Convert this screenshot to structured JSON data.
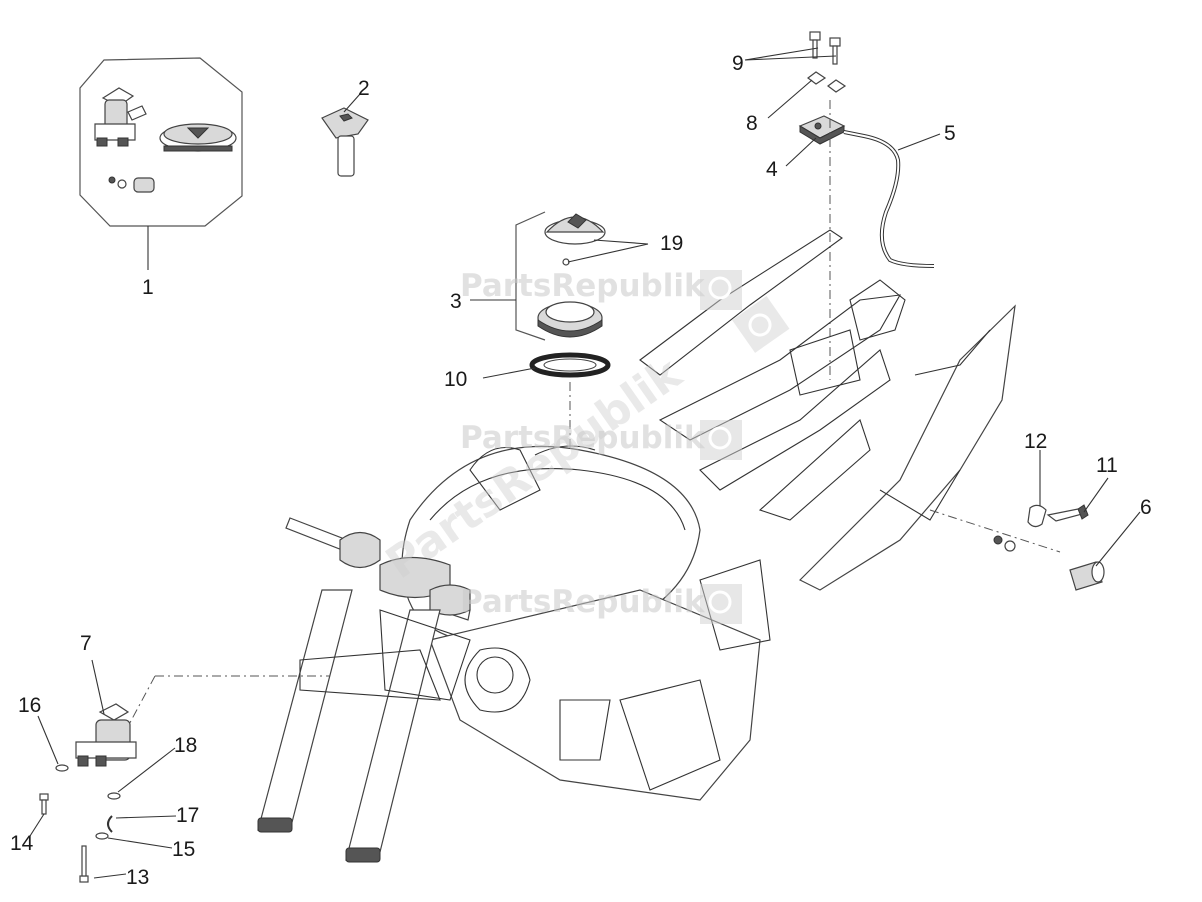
{
  "watermark": {
    "brand": "PartsRepublik",
    "diagonal": "PartsRepublik"
  },
  "callouts": {
    "c1": "1",
    "c2": "2",
    "c3": "3",
    "c4": "4",
    "c5": "5",
    "c6": "6",
    "c7": "7",
    "c8": "8",
    "c9": "9",
    "c10": "10",
    "c11": "11",
    "c12": "12",
    "c13": "13",
    "c14": "14",
    "c15": "15",
    "c16": "16",
    "c17": "17",
    "c18": "18",
    "c19": "19"
  }
}
